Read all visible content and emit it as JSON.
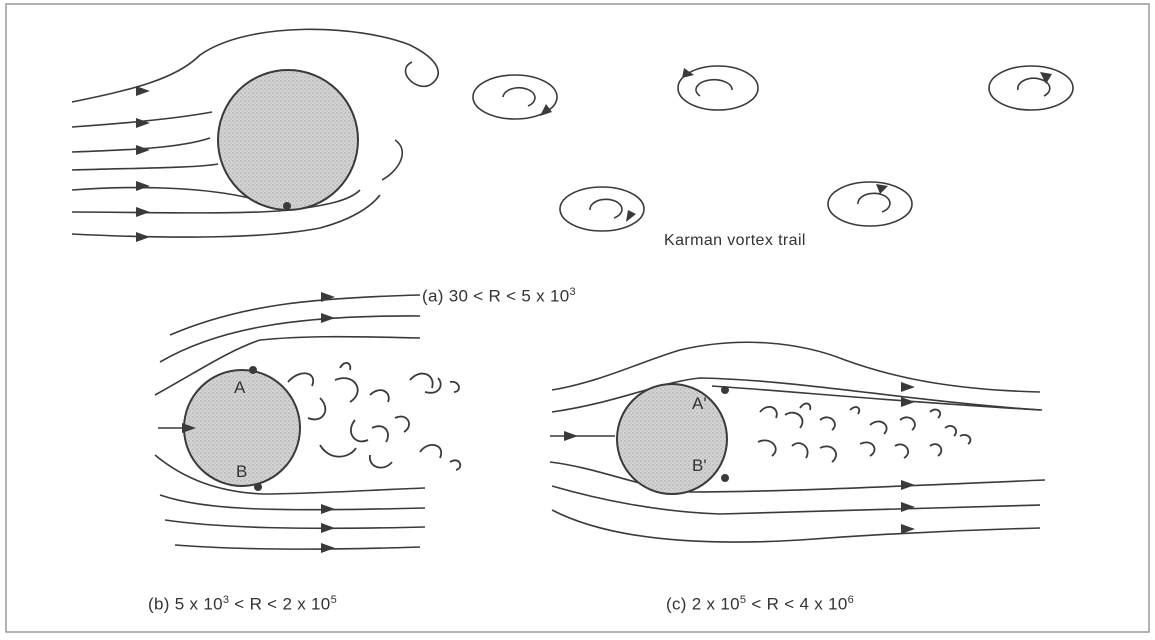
{
  "panel_a": {
    "vortex_label": "Karman vortex trail",
    "caption": {
      "tag": "(a)",
      "low": "30",
      "lt1": "<",
      "var": "R",
      "lt2": "<",
      "high_mantissa": "5 x 10",
      "high_exp": "3"
    }
  },
  "panel_b": {
    "point_top": "A",
    "point_bottom": "B",
    "caption": {
      "tag": "(b)",
      "low_mantissa": "5 x 10",
      "low_exp": "3",
      "lt1": "<",
      "var": "R",
      "lt2": "<",
      "high_mantissa": "2 x 10",
      "high_exp": "5"
    }
  },
  "panel_c": {
    "point_top": "A'",
    "point_bottom": "B'",
    "caption": {
      "tag": "(c)",
      "low_mantissa": "2 x 10",
      "low_exp": "5",
      "lt1": "<",
      "var": "R",
      "lt2": "<",
      "high_mantissa": "4 x 10",
      "high_exp": "6"
    }
  },
  "colors": {
    "frame": "#9a9a9a",
    "line": "#3a3a3a",
    "cylinder_fill": "#d2d2d2",
    "text": "#333333"
  }
}
